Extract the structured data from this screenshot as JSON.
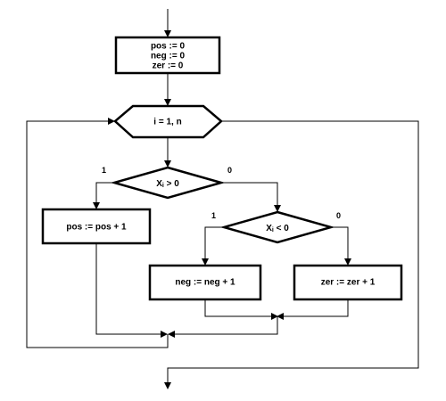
{
  "diagram": {
    "init": {
      "line1": "pos := 0",
      "line2": "neg := 0",
      "line3": "zer := 0"
    },
    "loop": {
      "label": "i = 1, n"
    },
    "cond1": {
      "var": "X",
      "sub": "i",
      "op": " > 0",
      "true_label": "1",
      "false_label": "0"
    },
    "pos_inc": {
      "label": "pos := pos + 1"
    },
    "cond2": {
      "var": "X",
      "sub": "i",
      "op": " < 0",
      "true_label": "1",
      "false_label": "0"
    },
    "neg_inc": {
      "label": "neg := neg + 1"
    },
    "zer_inc": {
      "label": "zer := zer + 1"
    }
  }
}
